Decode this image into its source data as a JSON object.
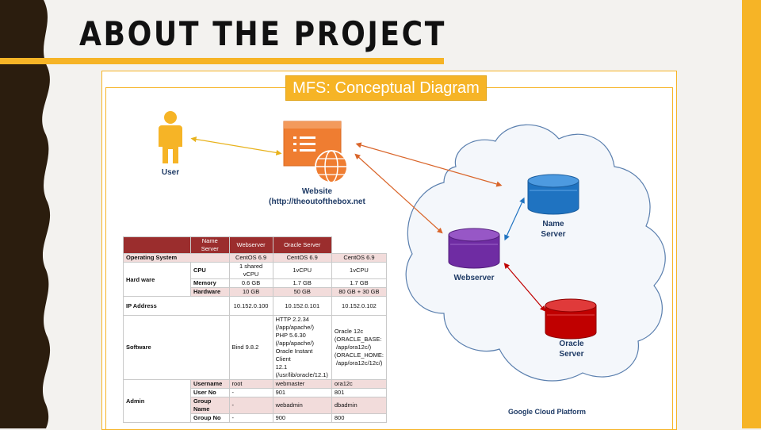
{
  "slide": {
    "title": "ABOUT THE PROJECT"
  },
  "diagram": {
    "title": "MFS: Conceptual Diagram",
    "user_label": "User",
    "website_label": "Website",
    "website_url": "(http://theoutofthebox.net",
    "name_server_label": [
      "Name",
      "Server"
    ],
    "webserver_label": "Webserver",
    "oracle_server_label": [
      "Oracle",
      "Server"
    ],
    "cloud_label": "Google Cloud Platform"
  },
  "table": {
    "headers": [
      "Name Server",
      "Webserver",
      "Oracle Server"
    ],
    "os": {
      "label": "Operating System",
      "values": [
        "CentOS 6.9",
        "CentOS 6.9",
        "CentOS 6.9"
      ]
    },
    "hardware_group": "Hard ware",
    "hardware": [
      {
        "label": "CPU",
        "values": [
          "1 shared vCPU",
          "1vCPU",
          "1vCPU"
        ]
      },
      {
        "label": "Memory",
        "values": [
          "0.6 GB",
          "1.7 GB",
          "1.7 GB"
        ]
      },
      {
        "label": "Hardware",
        "values": [
          "10 GB",
          "50 GB",
          "80 GB + 30 GB"
        ]
      }
    ],
    "ip": {
      "label": "IP Address",
      "values": [
        "10.152.0.100",
        "10.152.0.101",
        "10.152.0.102"
      ]
    },
    "software": {
      "label": "Software",
      "name_server": "Bind 9.8.2",
      "webserver": [
        "HTTP 2.2.34",
        "(/app/apache/)",
        "PHP 5.6.30",
        "(/app/apache/)",
        "Oracle Instant Client",
        "12.1",
        "(/usr/lib/oracle/12.1)"
      ],
      "oracle_server": [
        "Oracle 12c",
        "(ORACLE_BASE:",
        " /app/ora12c/)",
        "(ORACLE_HOME:",
        " /app/ora12c/12c/)"
      ]
    },
    "admin_group": "Admin",
    "admin": [
      {
        "label": "Username",
        "values": [
          "root",
          "webmaster",
          "ora12c"
        ]
      },
      {
        "label": "User No",
        "values": [
          "-",
          "901",
          "801"
        ]
      },
      {
        "label": "Group Name",
        "values": [
          "-",
          "webadmin",
          "dbadmin"
        ]
      },
      {
        "label": "Group No",
        "values": [
          "-",
          "900",
          "800"
        ]
      }
    ]
  },
  "colors": {
    "accent": "#f6b426",
    "header": "#9b2d2d",
    "website": "#ef7d31",
    "name_server": "#1f73c1",
    "webserver": "#6f2ca3",
    "oracle": "#c00000",
    "band": "#2b1d0e"
  }
}
